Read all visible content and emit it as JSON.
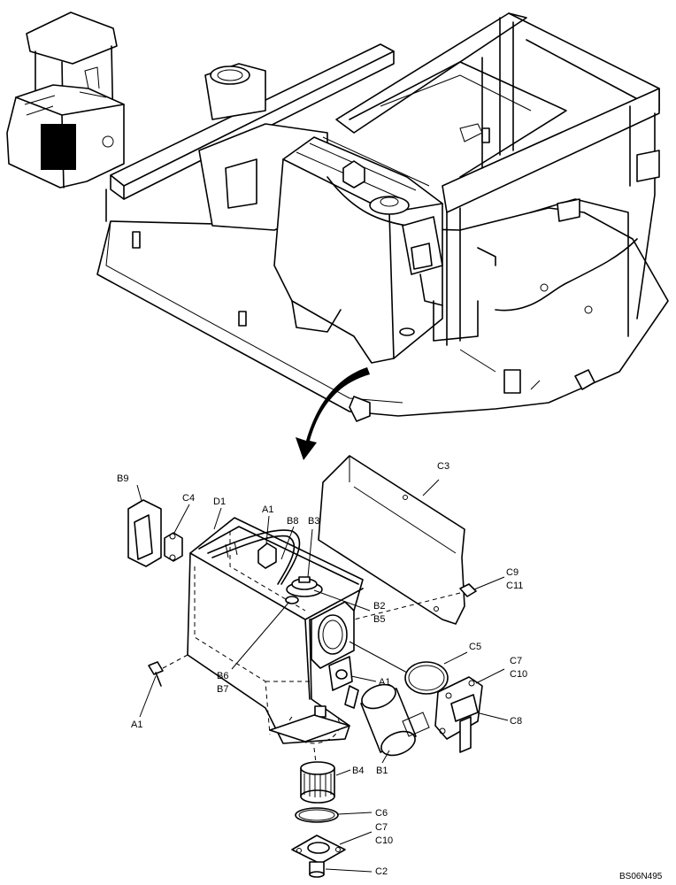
{
  "callouts": {
    "b9": "B9",
    "c4": "C4",
    "d1": "D1",
    "a1_top": "A1",
    "b8": "B8",
    "b3": "B3",
    "c3": "C3",
    "c9": "C9",
    "c11": "C11",
    "b2": "B2",
    "b5": "B5",
    "c5": "C5",
    "a1_mid": "A1",
    "c7_top": "C7",
    "c10_top": "C10",
    "c8": "C8",
    "a1_left": "A1",
    "b6": "B6",
    "b7": "B7",
    "b4": "B4",
    "b1": "B1",
    "c6": "C6",
    "c7_bottom": "C7",
    "c10_bottom": "C10",
    "c2": "C2"
  },
  "drawing_code": "BS06N495"
}
